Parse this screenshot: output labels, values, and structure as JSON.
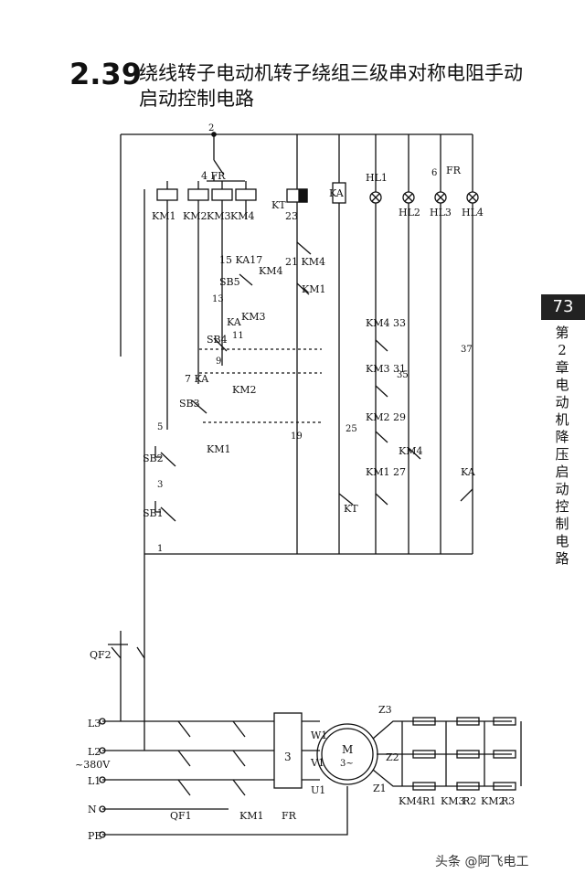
{
  "header": {
    "section_number": "2.39",
    "title": "绕线转子电动机转子绕组三级串对称电阻手动启动控制电路"
  },
  "side": {
    "page_number": "73",
    "chapter_text": "第2章 电动机降压启动控制电路"
  },
  "watermark": "头条 @阿飞电工",
  "diagram": {
    "supply": {
      "voltage": "~380V",
      "phases": [
        "L3",
        "L2",
        "L1"
      ],
      "neutral": "N",
      "ground": "PE"
    },
    "breakers": [
      "QF2",
      "QF1"
    ],
    "main_contactor": "KM1",
    "thermal_relay": "FR",
    "motor": {
      "label": "M",
      "sub": "3~",
      "terminals": [
        "U1",
        "V1",
        "W1",
        "Z1",
        "Z2",
        "Z3"
      ]
    },
    "resistors": [
      "R1",
      "R2",
      "R3"
    ],
    "resistor_contactors": [
      "KM4",
      "KM3",
      "KM2"
    ],
    "coils": [
      "KM1",
      "KM2",
      "KM3",
      "KM4",
      "KT",
      "KA"
    ],
    "lamps": [
      "HL1",
      "HL2",
      "HL3",
      "HL4"
    ],
    "buttons": [
      "SB1",
      "SB2",
      "SB3",
      "SB4",
      "SB5"
    ],
    "node_numbers": [
      "1",
      "2",
      "3",
      "4",
      "5",
      "6",
      "7",
      "9",
      "11",
      "13",
      "15",
      "17",
      "19",
      "21",
      "23",
      "25",
      "27",
      "29",
      "31",
      "33",
      "35",
      "37"
    ]
  }
}
